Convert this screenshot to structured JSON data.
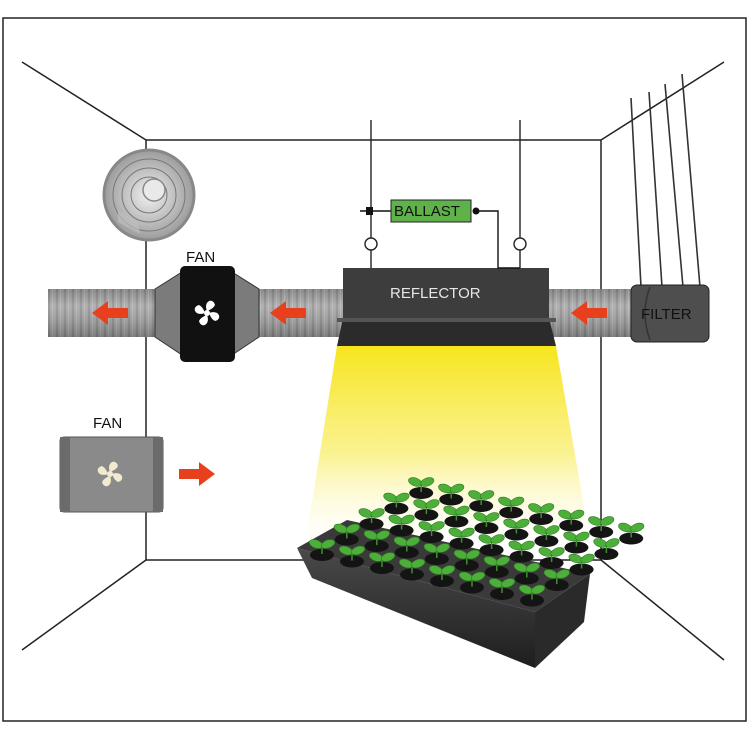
{
  "labels": {
    "ballast": "BALLAST",
    "reflector": "REFLECTOR",
    "filter": "FILTER",
    "inline_fan": "FAN",
    "wall_fan": "FAN"
  },
  "colors": {
    "ballast_fill": "#5fb14a",
    "airflow_arrow": "#e8401c",
    "light_cone": "#f7e93b",
    "reflector_body": "#3d3d3d",
    "duct": "#9a9a9a",
    "plant_leaf": "#4caf3a"
  },
  "icons": [
    "oscillating-fan-icon",
    "inline-fan-icon",
    "wall-fan-icon",
    "airflow-arrow-icon",
    "seedling-icon"
  ]
}
